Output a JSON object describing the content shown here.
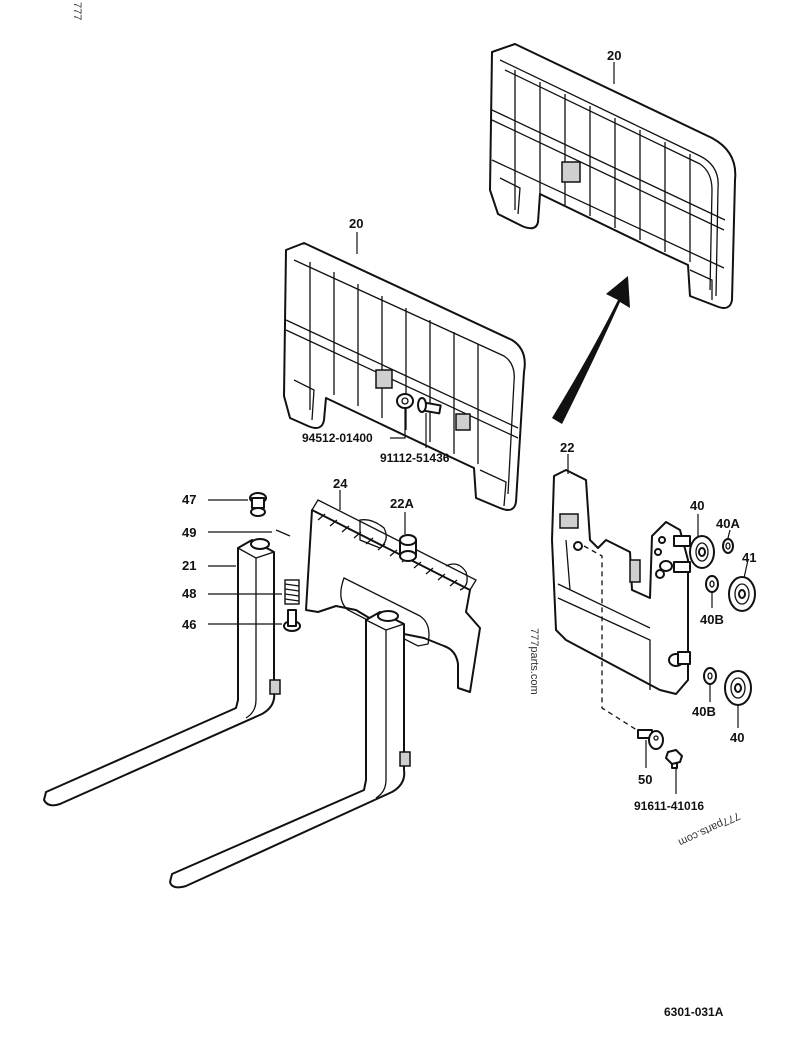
{
  "labels": {
    "frame_upper": "20",
    "frame_lower": "20",
    "washer": "94512-01400",
    "bolt": "91112-51436",
    "pin_47": "47",
    "pin_49": "49",
    "fork_21": "21",
    "spring_48": "48",
    "bolt_46": "46",
    "plate_24": "24",
    "collar_22a": "22A",
    "bracket_22": "22",
    "roller_40_top": "40",
    "washer_40a": "40A",
    "roller_41": "41",
    "washer_40b_top": "40B",
    "washer_40b_bottom": "40B",
    "roller_40_bottom": "40",
    "pin_50": "50",
    "screw": "91611-41016"
  },
  "watermarks": {
    "top_left": "777",
    "center_vertical": "777parts.com",
    "bottom_right": "777parts.com"
  },
  "figure_code": "6301-031A"
}
